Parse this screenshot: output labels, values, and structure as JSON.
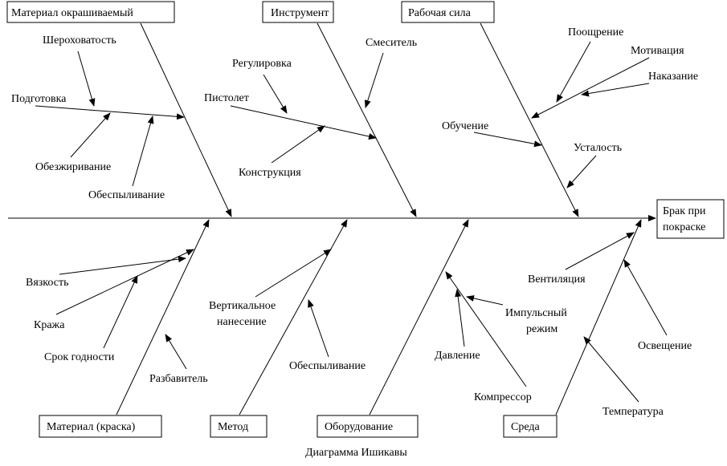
{
  "effect": {
    "line1": "Брак при",
    "line2": "покраске"
  },
  "categories": {
    "top_material": "Материал окрашиваемый",
    "top_tool": "Инструмент",
    "top_workforce": "Рабочая сила",
    "bottom_material": "Материал (краска)",
    "bottom_method": "Метод",
    "bottom_equipment": "Оборудование",
    "bottom_environment": "Среда"
  },
  "causes": {
    "roughness": "Шероховатость",
    "preparation": "Подготовка",
    "degreasing": "Обезжиривание",
    "dusting_top": "Обеспыливание",
    "adjustment": "Регулировка",
    "gun": "Пистолет",
    "mixer": "Смеситель",
    "design": "Конструкция",
    "encouragement": "Поощрение",
    "motivation": "Мотивация",
    "punishment": "Наказание",
    "training": "Обучение",
    "fatigue": "Усталость",
    "viscosity": "Вязкость",
    "theft": "Кража",
    "shelf_life": "Срок годности",
    "thinner": "Разбавитель",
    "vertical_1": "Вертикальное",
    "vertical_2": "нанесение",
    "dusting_bottom": "Обеспыливание",
    "pulse_1": "Импульсный",
    "pulse_2": "режим",
    "pressure": "Давление",
    "compressor": "Компрессор",
    "ventilation": "Вентиляция",
    "lighting": "Освещение",
    "temperature": "Температура"
  },
  "caption": "Диаграмма Ишикавы"
}
